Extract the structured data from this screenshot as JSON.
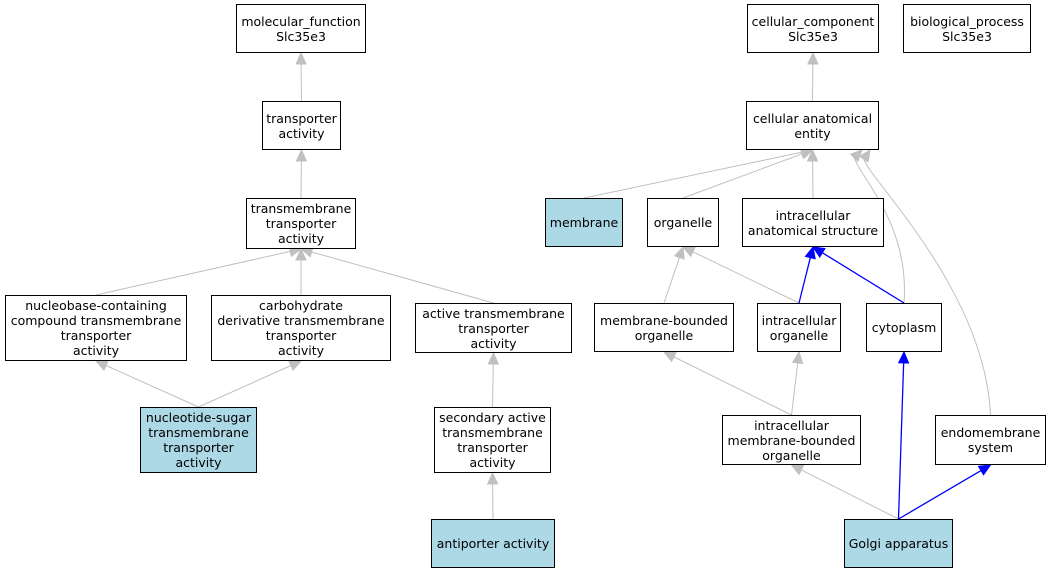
{
  "colors": {
    "highlight_fill": "#add8e6",
    "default_fill": "#ffffff",
    "border": "#000000",
    "edge_gray": "#c0c0c0",
    "edge_blue": "#0000ff"
  },
  "nodes": {
    "molecular_function": {
      "label": "molecular_function\nSlc35e3",
      "highlighted": false
    },
    "transporter_activity": {
      "label": "transporter\nactivity",
      "highlighted": false
    },
    "transmembrane_transporter_activity": {
      "label": "transmembrane\ntransporter\nactivity",
      "highlighted": false
    },
    "nucleobase_containing": {
      "label": "nucleobase-containing\ncompound transmembrane\ntransporter\nactivity",
      "highlighted": false
    },
    "carbohydrate_derivative": {
      "label": "carbohydrate\nderivative transmembrane\ntransporter\nactivity",
      "highlighted": false
    },
    "active_transmembrane": {
      "label": "active transmembrane\ntransporter\nactivity",
      "highlighted": false
    },
    "nucleotide_sugar": {
      "label": "nucleotide-sugar\ntransmembrane\ntransporter\nactivity",
      "highlighted": true
    },
    "secondary_active": {
      "label": "secondary active\ntransmembrane\ntransporter\nactivity",
      "highlighted": false
    },
    "antiporter_activity": {
      "label": "antiporter activity",
      "highlighted": true
    },
    "cellular_component": {
      "label": "cellular_component\nSlc35e3",
      "highlighted": false
    },
    "biological_process": {
      "label": "biological_process\nSlc35e3",
      "highlighted": false
    },
    "cellular_anatomical_entity": {
      "label": "cellular anatomical\nentity",
      "highlighted": false
    },
    "membrane": {
      "label": "membrane",
      "highlighted": true
    },
    "organelle": {
      "label": "organelle",
      "highlighted": false
    },
    "intracellular_anatomical_structure": {
      "label": "intracellular\nanatomical structure",
      "highlighted": false
    },
    "membrane_bounded_organelle": {
      "label": "membrane-bounded\norganelle",
      "highlighted": false
    },
    "intracellular_organelle": {
      "label": "intracellular\norganelle",
      "highlighted": false
    },
    "cytoplasm": {
      "label": "cytoplasm",
      "highlighted": false
    },
    "intracellular_membrane_bounded_organelle": {
      "label": "intracellular\nmembrane-bounded\norganelle",
      "highlighted": false
    },
    "endomembrane_system": {
      "label": "endomembrane\nsystem",
      "highlighted": false
    },
    "golgi_apparatus": {
      "label": "Golgi apparatus",
      "highlighted": true
    }
  },
  "edges": [
    {
      "from": "transporter_activity",
      "to": "molecular_function",
      "color": "gray"
    },
    {
      "from": "transmembrane_transporter_activity",
      "to": "transporter_activity",
      "color": "gray"
    },
    {
      "from": "nucleobase_containing",
      "to": "transmembrane_transporter_activity",
      "color": "gray"
    },
    {
      "from": "carbohydrate_derivative",
      "to": "transmembrane_transporter_activity",
      "color": "gray"
    },
    {
      "from": "active_transmembrane",
      "to": "transmembrane_transporter_activity",
      "color": "gray"
    },
    {
      "from": "nucleotide_sugar",
      "to": "nucleobase_containing",
      "color": "gray"
    },
    {
      "from": "nucleotide_sugar",
      "to": "carbohydrate_derivative",
      "color": "gray"
    },
    {
      "from": "secondary_active",
      "to": "active_transmembrane",
      "color": "gray"
    },
    {
      "from": "antiporter_activity",
      "to": "secondary_active",
      "color": "gray"
    },
    {
      "from": "cellular_anatomical_entity",
      "to": "cellular_component",
      "color": "gray"
    },
    {
      "from": "membrane",
      "to": "cellular_anatomical_entity",
      "color": "gray"
    },
    {
      "from": "organelle",
      "to": "cellular_anatomical_entity",
      "color": "gray"
    },
    {
      "from": "intracellular_anatomical_structure",
      "to": "cellular_anatomical_entity",
      "color": "gray"
    },
    {
      "from": "cytoplasm",
      "to": "cellular_anatomical_entity",
      "color": "gray"
    },
    {
      "from": "endomembrane_system",
      "to": "cellular_anatomical_entity",
      "color": "gray"
    },
    {
      "from": "membrane_bounded_organelle",
      "to": "organelle",
      "color": "gray"
    },
    {
      "from": "intracellular_organelle",
      "to": "organelle",
      "color": "gray"
    },
    {
      "from": "intracellular_organelle",
      "to": "intracellular_anatomical_structure",
      "color": "blue"
    },
    {
      "from": "cytoplasm",
      "to": "intracellular_anatomical_structure",
      "color": "blue"
    },
    {
      "from": "intracellular_membrane_bounded_organelle",
      "to": "membrane_bounded_organelle",
      "color": "gray"
    },
    {
      "from": "intracellular_membrane_bounded_organelle",
      "to": "intracellular_organelle",
      "color": "gray"
    },
    {
      "from": "golgi_apparatus",
      "to": "intracellular_membrane_bounded_organelle",
      "color": "gray"
    },
    {
      "from": "golgi_apparatus",
      "to": "cytoplasm",
      "color": "blue"
    },
    {
      "from": "golgi_apparatus",
      "to": "endomembrane_system",
      "color": "blue"
    }
  ]
}
